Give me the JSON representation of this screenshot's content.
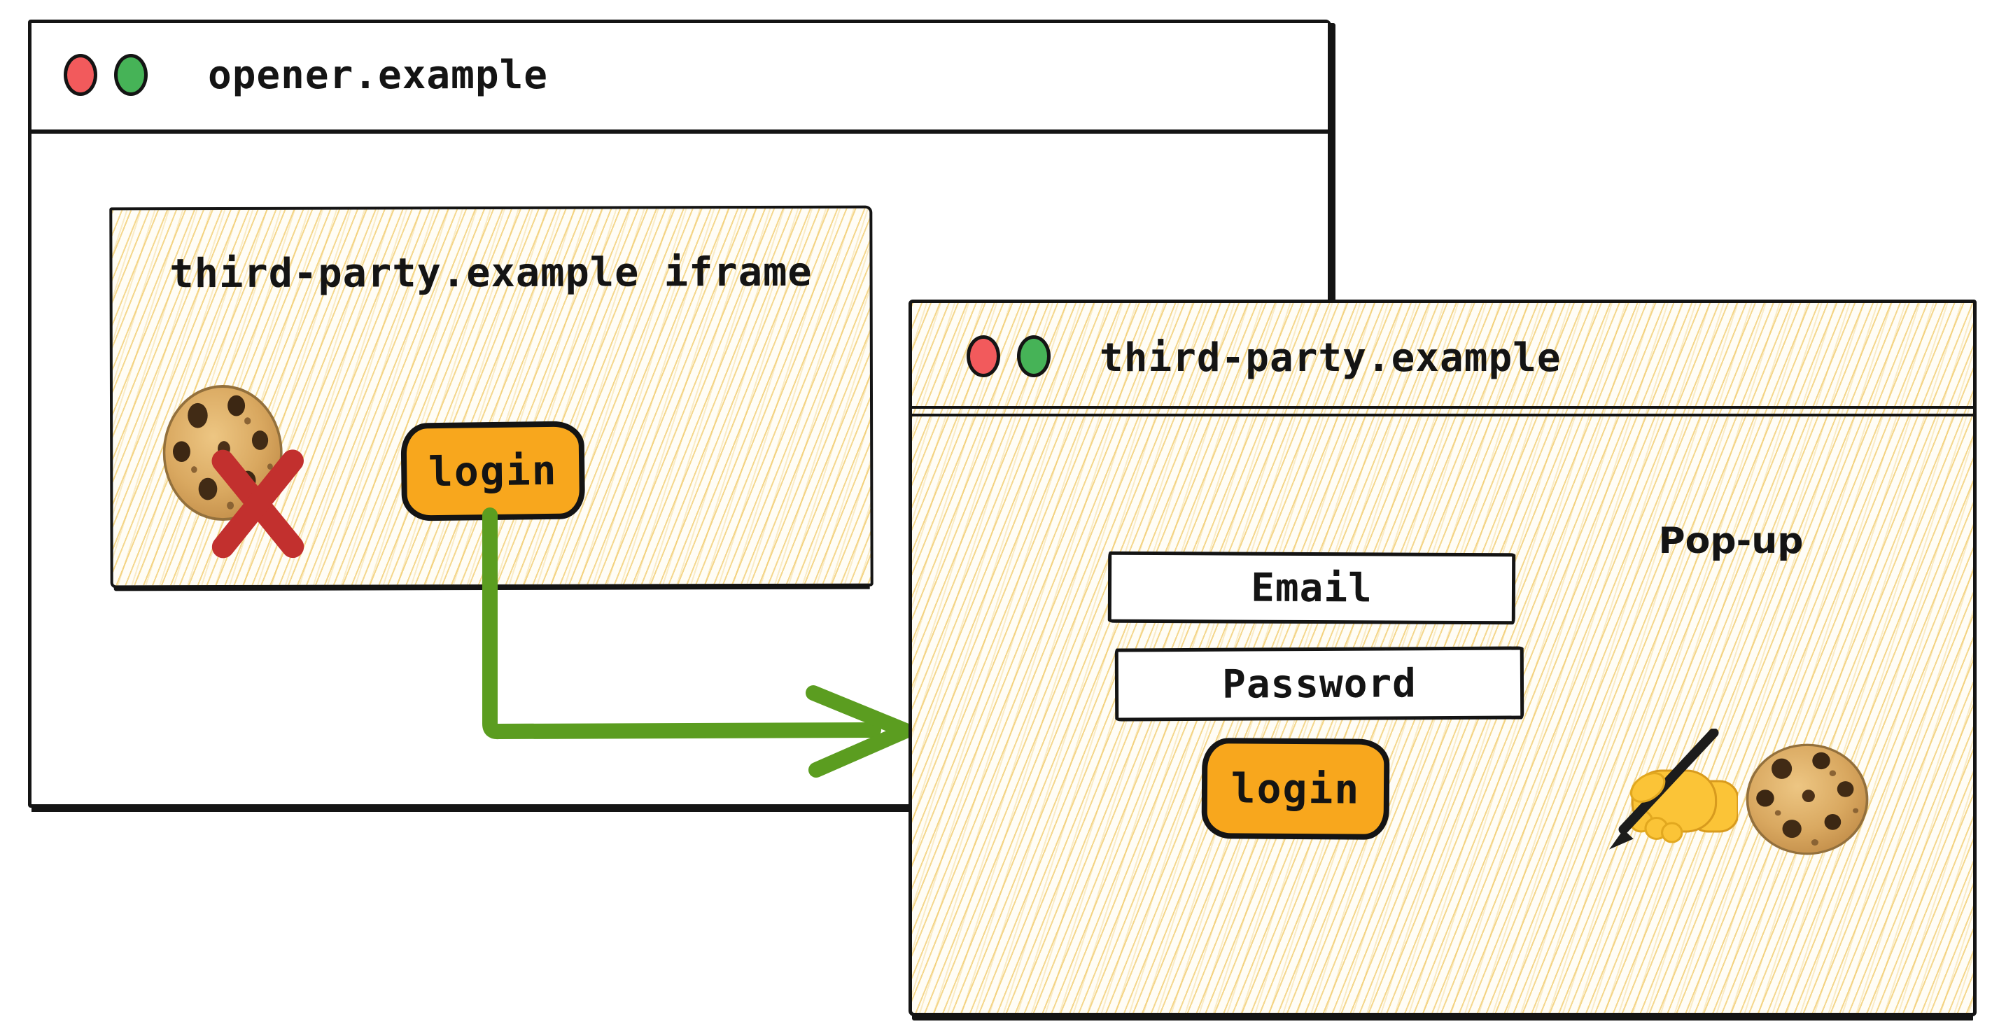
{
  "colors": {
    "ink": "#141414",
    "button-orange": "#f8a71d",
    "arrow-green": "#5b9d20",
    "blocked-red": "#c2302e",
    "light-red": "#f25a5c",
    "light-green": "#46b357"
  },
  "opener_window": {
    "title": "opener.example",
    "iframe": {
      "label": "third-party.example iframe",
      "login_button": "login",
      "cookie_icon": "cookie-blocked-icon"
    }
  },
  "popup_window": {
    "title": "third-party.example",
    "annotation": "Pop-up",
    "fields": {
      "email": "Email",
      "password": "Password"
    },
    "login_button": "login",
    "icons": [
      "writing-hand-icon",
      "cookie-icon"
    ]
  }
}
